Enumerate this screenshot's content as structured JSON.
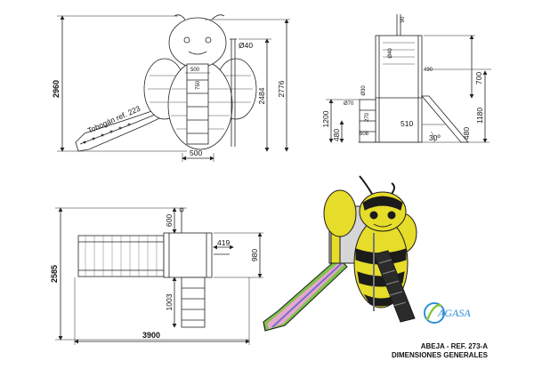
{
  "colors": {
    "line": "#222222",
    "bee_yellow": "#e6dc2a",
    "bee_black": "#1b1b1b",
    "slide_green": "#7fc24a",
    "slide_pink": "#e5a9c9",
    "slide_purple": "#7c6bd0",
    "logo_blue": "#2e8fd6",
    "logo_green": "#8cc63f"
  },
  "front_view": {
    "height_total": "2960",
    "dim_2776": "2776",
    "dim_2484": "2484",
    "dim_40": "Ø40",
    "dim_500_top": "500",
    "dim_750": "750",
    "dim_500_bottom": "500",
    "slide_label": "Tobogán ref. 223"
  },
  "side_view": {
    "dim_90": "90",
    "dim_40": "Ø40",
    "dim_490": "490",
    "dim_700": "700",
    "dim_30": "Ø30",
    "dim_70": "Ø70",
    "dim_1200": "1200",
    "dim_270": "270",
    "dim_510": "510",
    "dim_508": "508",
    "dim_480_left": "480",
    "dim_30deg": "30º",
    "dim_480_right": "480",
    "dim_1180": "1180"
  },
  "plan_view": {
    "dim_2585": "2585",
    "dim_600": "600",
    "dim_419": "419",
    "dim_980": "980",
    "dim_1003": "1003",
    "dim_3900": "3900"
  },
  "logo": {
    "text": "AGASA"
  },
  "title": {
    "line1": "ABEJA - REF. 273-A",
    "line2": "DIMENSIONES GENERALES"
  }
}
